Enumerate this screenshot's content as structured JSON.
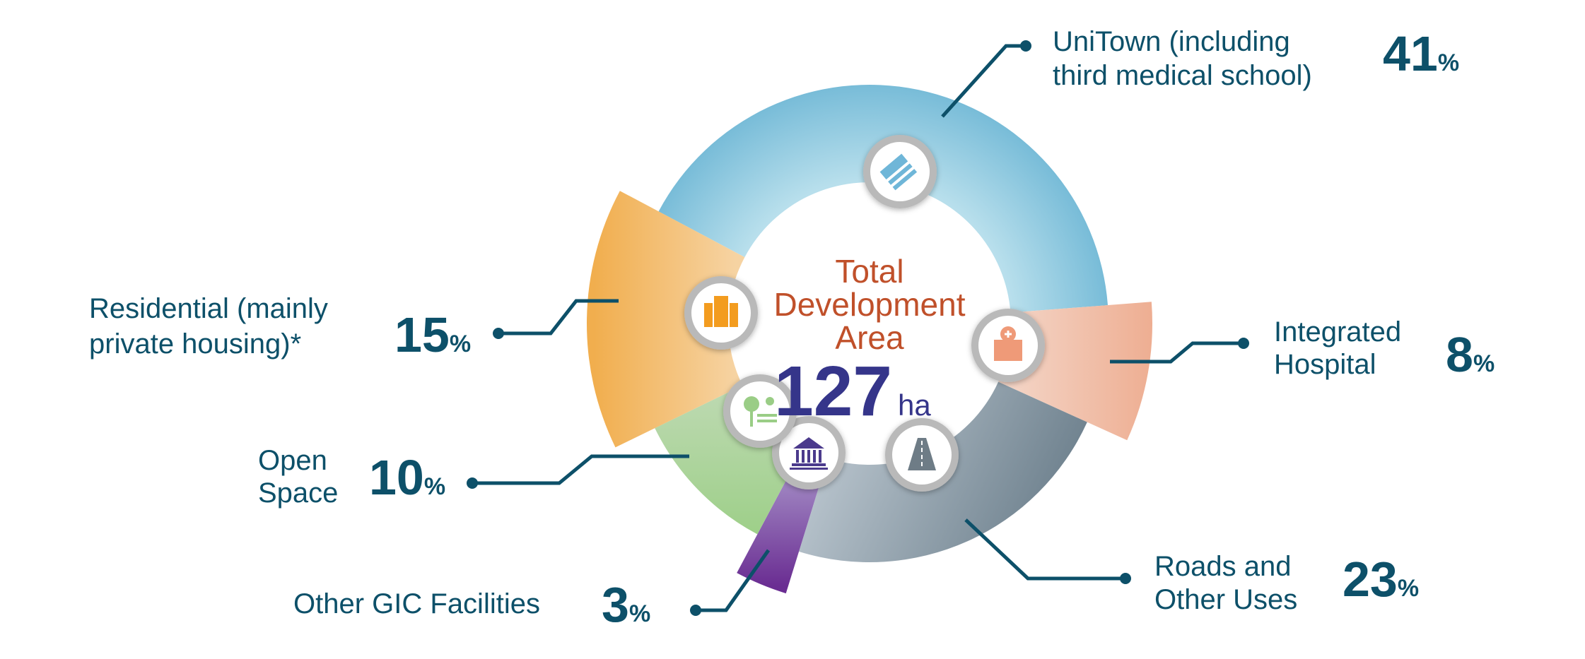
{
  "chart_data": {
    "type": "pie",
    "title": "Total Development Area",
    "center": {
      "line1": "Total",
      "line2": "Development",
      "line3": "Area",
      "value": "127",
      "unit": "ha"
    },
    "segments": [
      {
        "name": "UniTown (including third medical school)",
        "line1": "UniTown (including",
        "line2": "third medical school)",
        "value": 41,
        "pct": "41",
        "color": "#86c3dc",
        "icon": "books-icon",
        "exploded": false
      },
      {
        "name": "Integrated Hospital",
        "line1": "Integrated",
        "line2": "Hospital",
        "value": 8,
        "pct": "8",
        "color": "#edb9a0",
        "icon": "hospital-icon",
        "exploded": true
      },
      {
        "name": "Roads and Other Uses",
        "line1": "Roads and",
        "line2": "Other Uses",
        "value": 23,
        "pct": "23",
        "color": "#9aa9b5",
        "icon": "road-icon",
        "exploded": false
      },
      {
        "name": "Other GIC Facilities",
        "line1": "Other GIC Facilities",
        "line2": "",
        "value": 3,
        "pct": "3",
        "color": "#7f4fa3",
        "icon": "civic-building-icon",
        "exploded": true
      },
      {
        "name": "Open Space",
        "line1": "Open",
        "line2": "Space",
        "value": 10,
        "pct": "10",
        "color": "#a6d194",
        "icon": "park-bench-icon",
        "exploded": false
      },
      {
        "name": "Residential (mainly private housing)*",
        "line1": "Residential (mainly",
        "line2": "private housing)*",
        "value": 15,
        "pct": "15",
        "color": "#f3be72",
        "icon": "apartment-building-icon",
        "exploded": true
      }
    ],
    "percent_symbol": "%"
  }
}
